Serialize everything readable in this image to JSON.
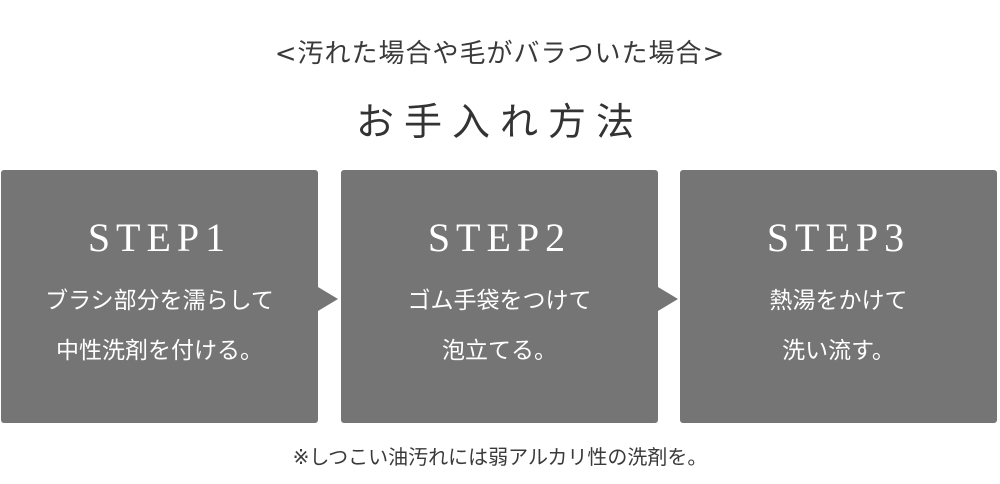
{
  "header": {
    "subtitle": "<汚れた場合や毛がバラついた場合>",
    "title": "お手入れ方法"
  },
  "steps": [
    {
      "label": "STEP1",
      "line1": "ブラシ部分を濡らして",
      "line2": "中性洗剤を付ける。"
    },
    {
      "label": "STEP2",
      "line1": "ゴム手袋をつけて",
      "line2": "泡立てる。"
    },
    {
      "label": "STEP3",
      "line1": "熱湯をかけて",
      "line2": "洗い流す。"
    }
  ],
  "footer": {
    "note": "※しつこい油汚れには弱アルカリ性の洗剤を。"
  },
  "colors": {
    "panel": "#757575",
    "text": "#333333",
    "panel_text": "#ffffff"
  }
}
